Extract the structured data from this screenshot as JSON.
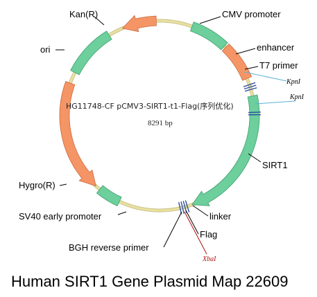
{
  "plasmid": {
    "name": "HG11748-CF pCMV3-SIRT1-t1-Flag(序列优化)",
    "size": "8291 bp"
  },
  "caption": "Human SIRT1 Gene Plasmid Map 22609",
  "colors": {
    "backbone": "#e8e0a0",
    "green": "#6ccf9c",
    "green_stroke": "#3f9e6e",
    "orange": "#f59566",
    "orange_stroke": "#c8683c",
    "marker": "#2f4fa0",
    "site_line": "#5ab2d6"
  },
  "features": [
    {
      "id": "cmv",
      "label": "CMV promoter",
      "color": "green"
    },
    {
      "id": "enhancer",
      "label": "enhancer",
      "color": "orange"
    },
    {
      "id": "t7",
      "label": "T7 primer",
      "color": "marker"
    },
    {
      "id": "sirt1",
      "label": "SIRT1",
      "color": "green"
    },
    {
      "id": "linker",
      "label": "linker",
      "color": "marker"
    },
    {
      "id": "flag",
      "label": "Flag",
      "color": "marker"
    },
    {
      "id": "bgh",
      "label": "BGH reverse primer",
      "color": "marker"
    },
    {
      "id": "sv40",
      "label": "SV40 early promoter",
      "color": "green"
    },
    {
      "id": "hygro",
      "label": "Hygro(R)",
      "color": "orange"
    },
    {
      "id": "ori",
      "label": "ori",
      "color": "green"
    },
    {
      "id": "kan",
      "label": "Kan(R)",
      "color": "orange"
    }
  ],
  "sites": [
    {
      "id": "kpn1a",
      "label": "KpnI"
    },
    {
      "id": "kpn1b",
      "label": "KpnI"
    },
    {
      "id": "xba1",
      "label": "XbaI"
    }
  ]
}
